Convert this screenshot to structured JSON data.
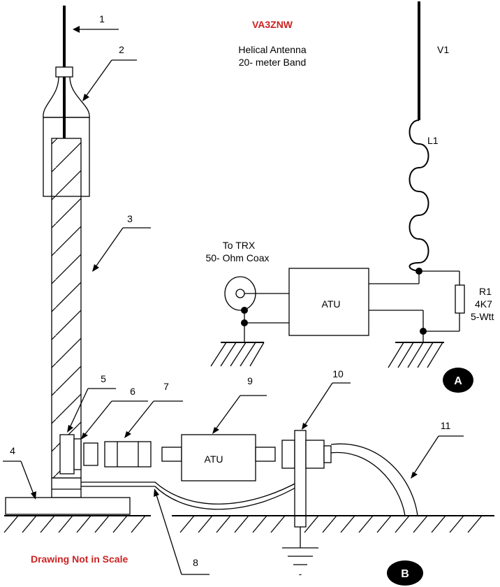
{
  "header": {
    "callsign": "VA3ZNW",
    "title_line1": "Helical Antenna",
    "title_line2": "20- meter Band"
  },
  "schematic_a": {
    "vertical_label": "V1",
    "coil_label": "L1",
    "feed_line1": "To TRX",
    "feed_line2": "50- Ohm Coax",
    "atu_label": "ATU",
    "resistor_name": "R1",
    "resistor_value": "4K7",
    "resistor_power": "5-Wtt",
    "badge": "A"
  },
  "mechanical_b": {
    "callouts": [
      "1",
      "2",
      "3",
      "4",
      "5",
      "6",
      "7",
      "8",
      "9",
      "10",
      "11"
    ],
    "atu_label": "ATU",
    "badge": "B",
    "ground_sign": "-"
  },
  "footer": {
    "note": "Drawing Not in Scale"
  },
  "colors": {
    "note_red": "#cc2222",
    "badge_fill": "#000000"
  }
}
